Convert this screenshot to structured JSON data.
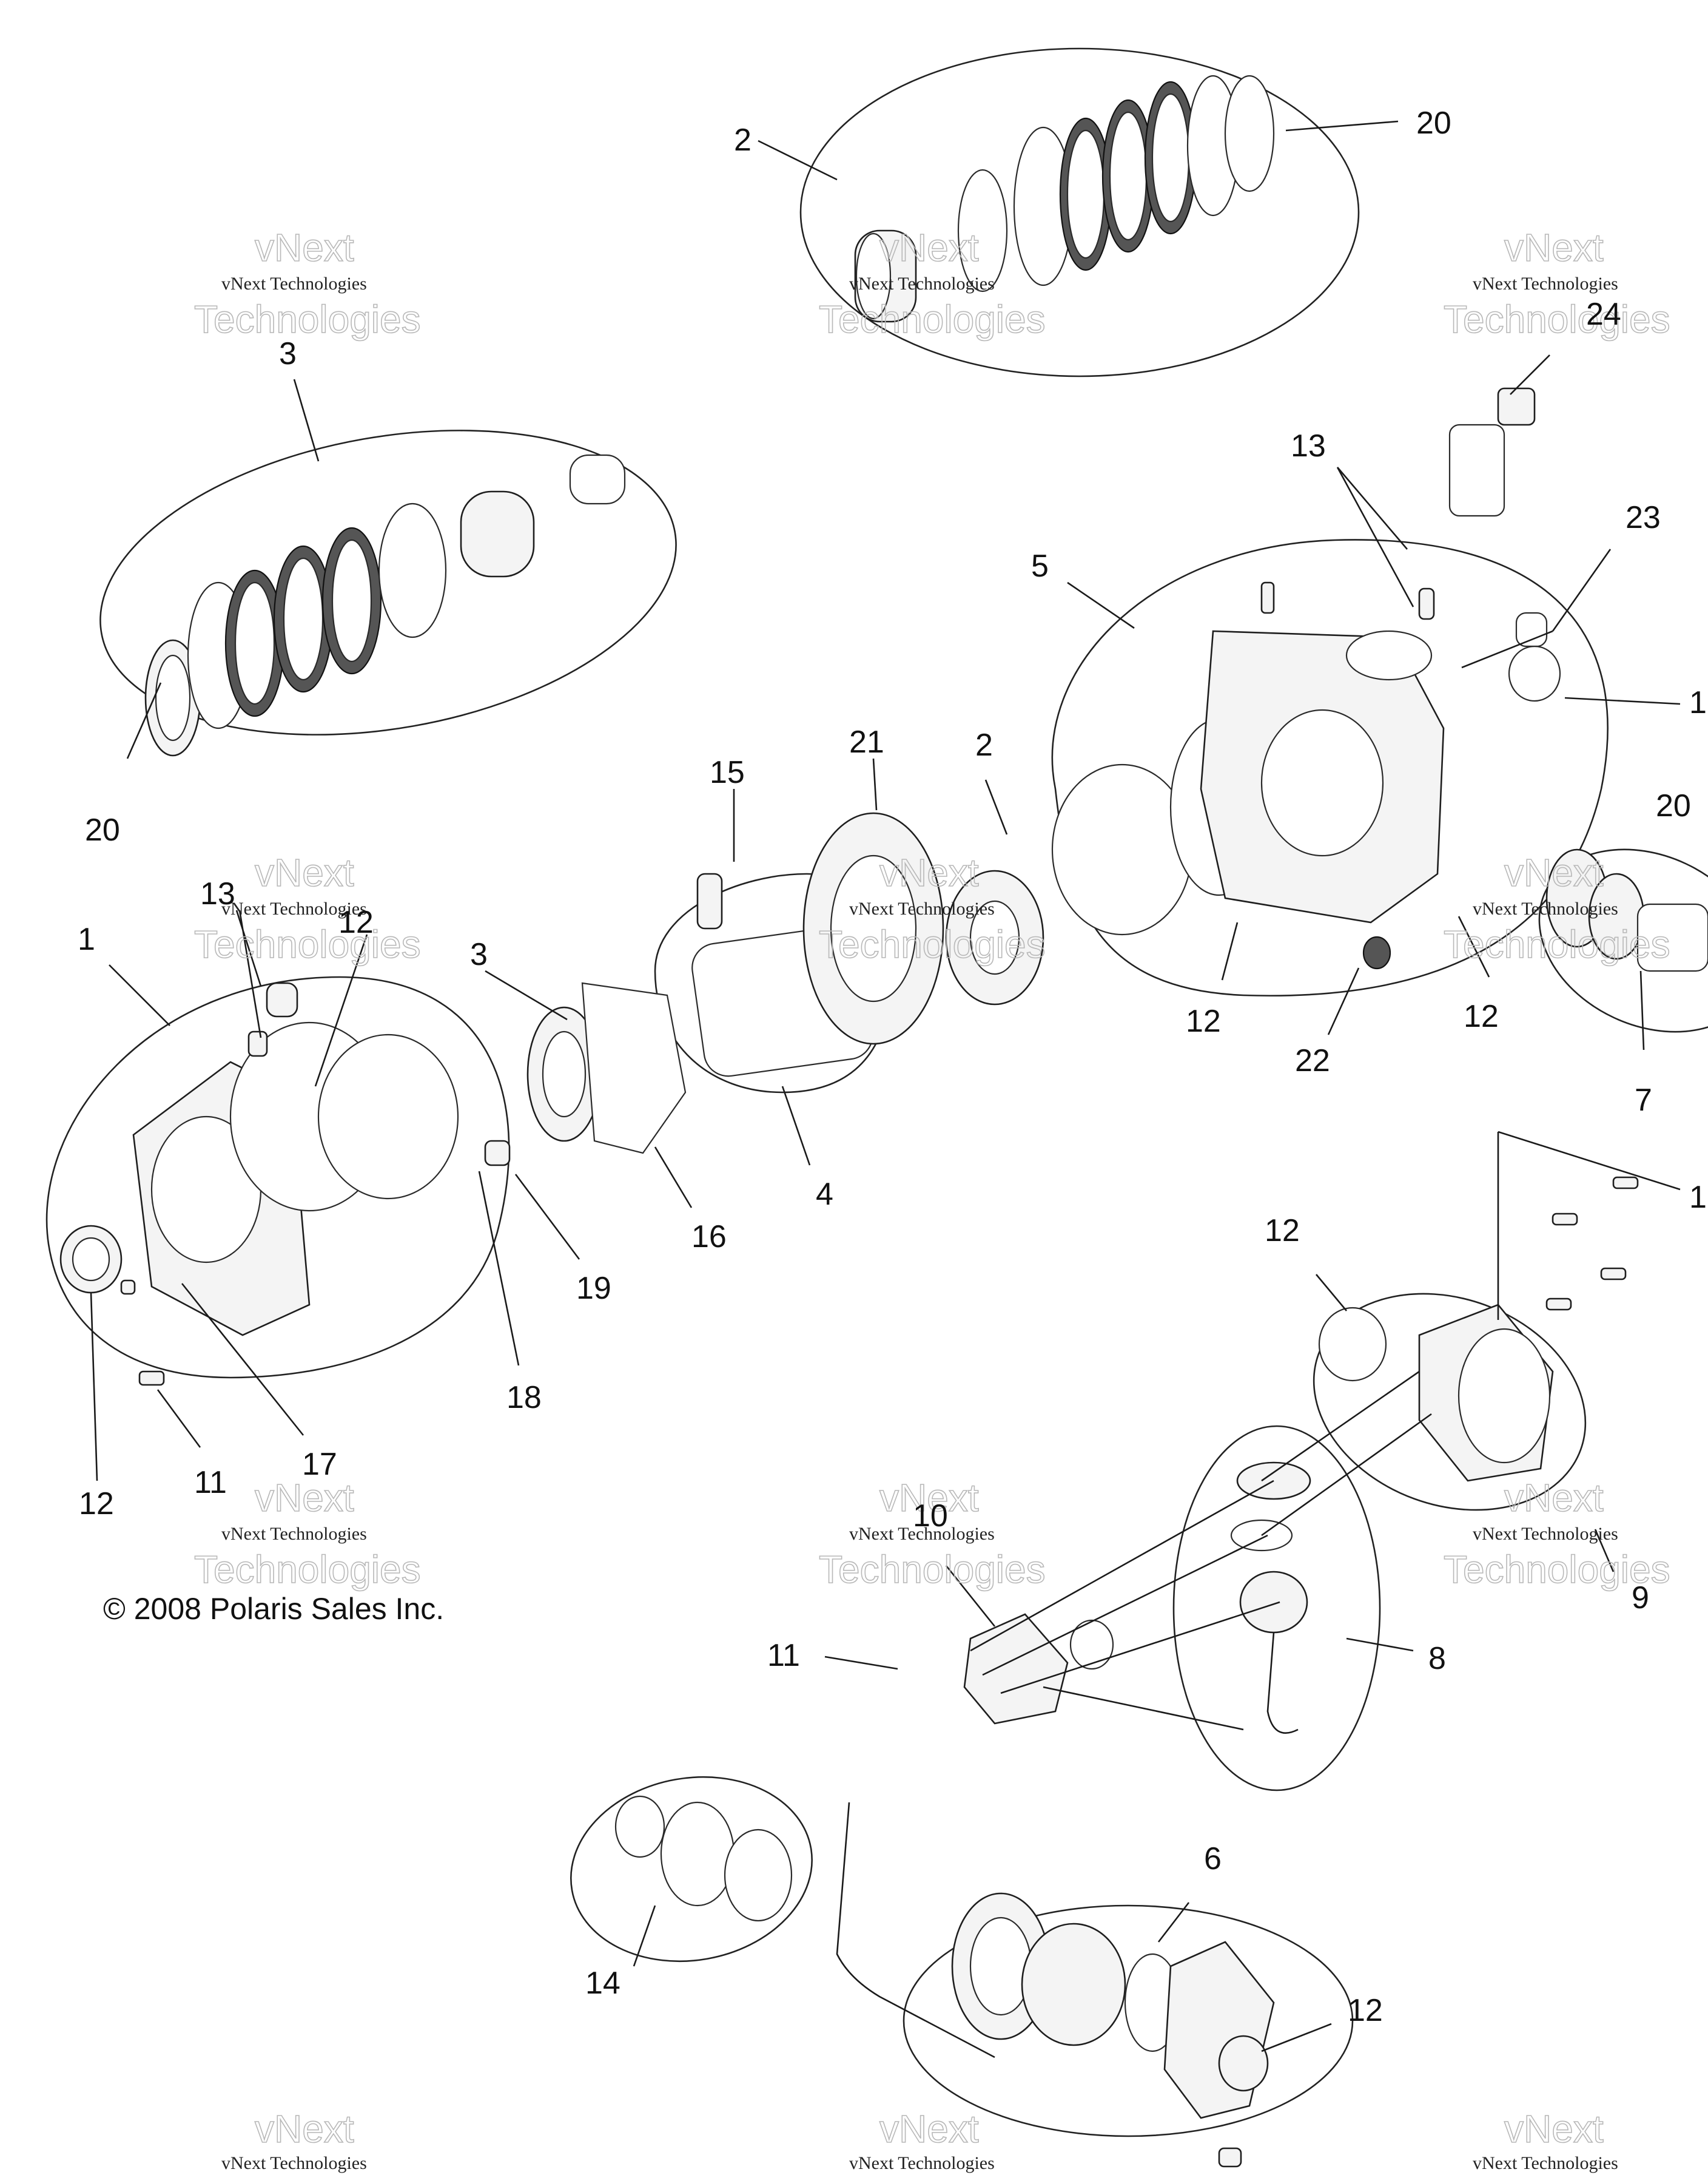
{
  "copyright": "© 2008 Polaris Sales Inc.",
  "watermark": {
    "line_small": "vNext Technologies",
    "line_top": "vNext",
    "line_bottom": "Technologies"
  },
  "callouts": {
    "c1": "1",
    "c2a": "2",
    "c2b": "2",
    "c3a": "3",
    "c3b": "3",
    "c4": "4",
    "c5": "5",
    "c6": "6",
    "c7": "7",
    "c8": "8",
    "c9": "9",
    "c10": "10",
    "c11a": "11",
    "c11b": "11",
    "c12a": "12",
    "c12b": "12",
    "c12c": "12",
    "c12d": "12",
    "c12e": "12",
    "c12f": "12",
    "c13a": "13",
    "c13b": "13",
    "c14": "14",
    "c15": "15",
    "c16": "16",
    "c17": "17",
    "c18": "18",
    "c19": "19",
    "c20a": "20",
    "c20b": "20",
    "c20c": "20",
    "c21": "21",
    "c22": "22",
    "c23": "23",
    "c24": "24",
    "c1r": "1",
    "c1s": "1"
  }
}
